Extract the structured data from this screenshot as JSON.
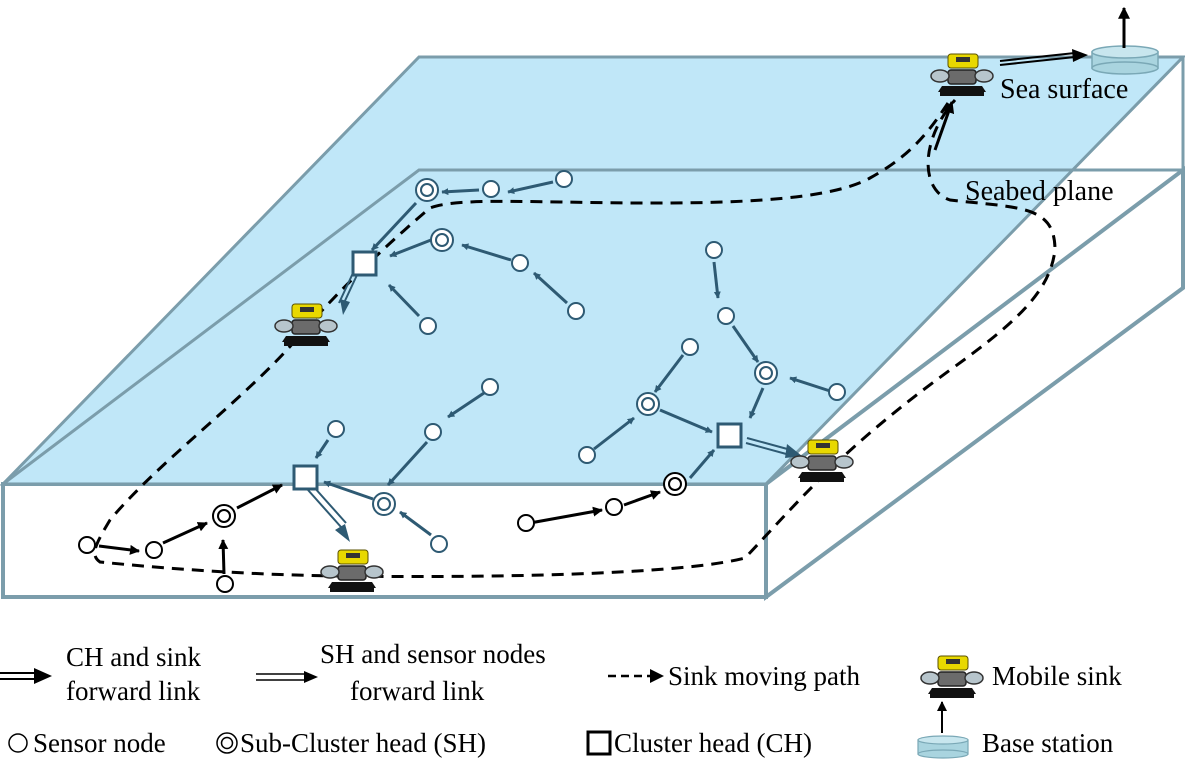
{
  "labels": {
    "sea_surface": "Sea surface",
    "seabed_plane": "Seabed plane"
  },
  "legend": {
    "ch_link_line1": "CH and sink",
    "ch_link_line2": "forward link",
    "sh_link_line1": "SH and sensor nodes",
    "sh_link_line2": "forward link",
    "sink_path": "Sink moving path",
    "mobile_sink": "Mobile sink",
    "sensor_node": "Sensor node",
    "sub_cluster_head": "Sub-Cluster head (SH)",
    "cluster_head": "Cluster head (CH)",
    "base_station": "Base station"
  },
  "colors": {
    "water_top": "#bde6f8",
    "seabed_face": "#ffffff",
    "box_edge": "#7b9dab",
    "node_stroke": "#2e5a73",
    "arrow_blue": "#2e5a73",
    "arrow_black": "#000000",
    "sink_yellow": "#e8d800",
    "base_station": "#a9d4df"
  },
  "icons": {
    "sensor": "circle-icon",
    "sub_cluster_head": "double-circle-icon",
    "cluster_head": "square-icon",
    "mobile_sink": "rov-icon",
    "base_station": "cylinder-icon"
  }
}
